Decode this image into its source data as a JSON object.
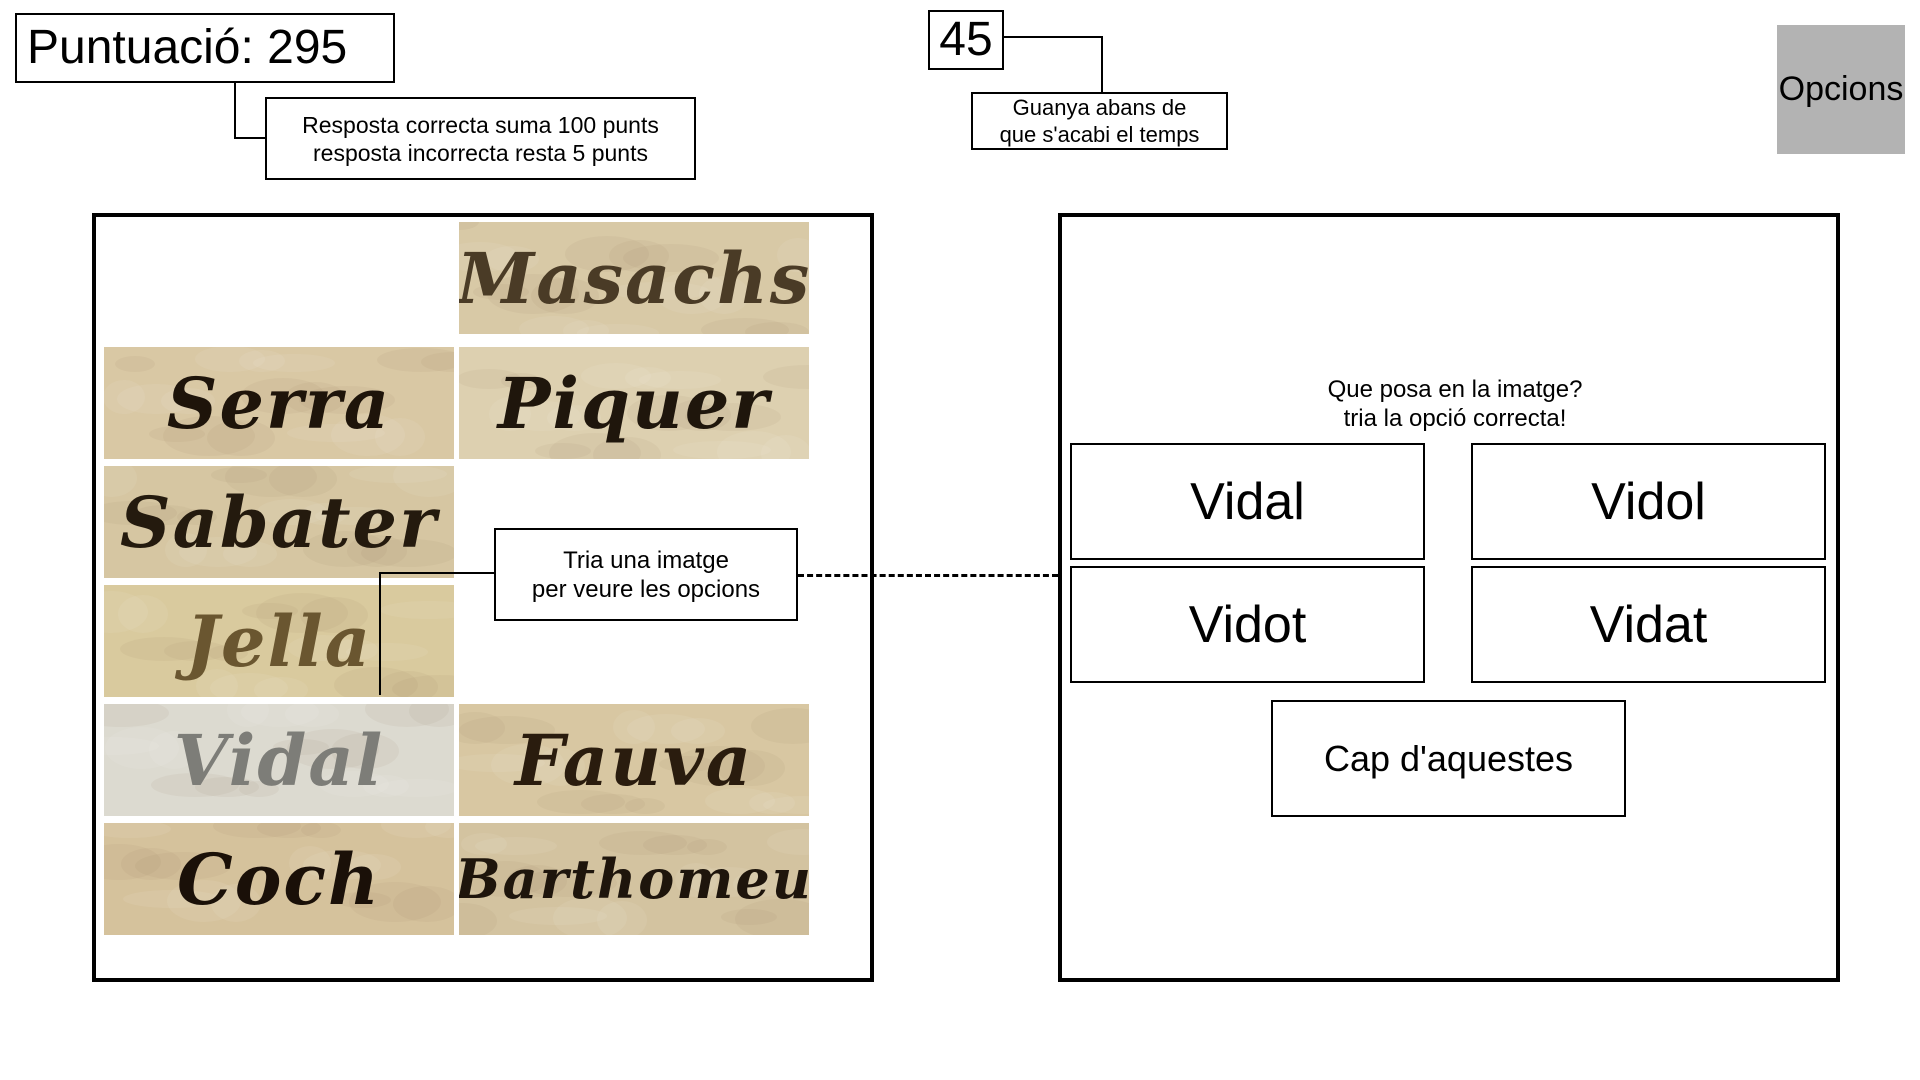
{
  "score": {
    "text": "Puntuació: 295"
  },
  "score_note": {
    "line1": "Resposta correcta suma 100 punts",
    "line2": "resposta incorrecta resta 5 punts"
  },
  "timer": {
    "value": "45"
  },
  "timer_note": {
    "line1": "Guanya abans de",
    "line2": "que s'acabi el temps"
  },
  "options_button": {
    "label": "Opcions"
  },
  "image_grid": {
    "tiles": [
      {
        "word": "Masachs",
        "ink": "#4a3b26",
        "bg": "#d8c9a6"
      },
      {
        "word": "Serra",
        "ink": "#1e140a",
        "bg": "#d9c8a4"
      },
      {
        "word": "Piquer",
        "ink": "#1f160c",
        "bg": "#ddd0b0"
      },
      {
        "word": "Sabater",
        "ink": "#241a0e",
        "bg": "#d6c6a2"
      },
      {
        "word": "Jella",
        "ink": "#6a5630",
        "bg": "#d9ca9e"
      },
      {
        "word": "Vidal",
        "ink": "#7d7d78",
        "bg": "#dcdad0"
      },
      {
        "word": "Fauva",
        "ink": "#2a1c0e",
        "bg": "#d8c7a2"
      },
      {
        "word": "Coch",
        "ink": "#1a1008",
        "bg": "#d5c29c"
      },
      {
        "word": "Barthomeu",
        "ink": "#1e150c",
        "bg": "#d3c3a0"
      }
    ]
  },
  "image_hint": {
    "line1": "Tria una imatge",
    "line2": "per veure les opcions"
  },
  "question": {
    "line1": "Que posa en la imatge?",
    "line2": "tria la opció correcta!"
  },
  "answers": {
    "a1": "Vidal",
    "a2": "Vidol",
    "a3": "Vidot",
    "a4": "Vidat",
    "none": "Cap d'aquestes"
  }
}
